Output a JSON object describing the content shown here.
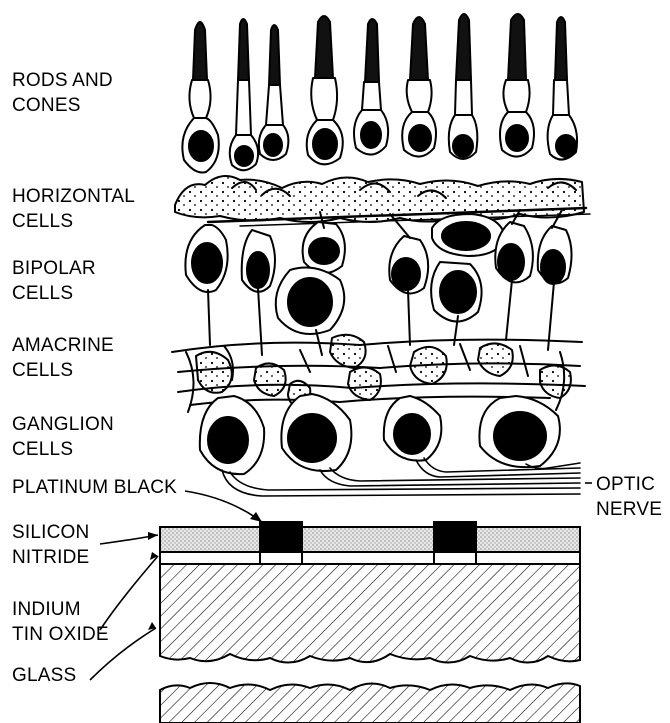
{
  "labels": {
    "rods_cones": [
      "RODS AND",
      "CONES"
    ],
    "horizontal": [
      "HORIZONTAL",
      "CELLS"
    ],
    "bipolar": [
      "BIPOLAR",
      "CELLS"
    ],
    "amacrine": [
      "AMACRINE",
      "CELLS"
    ],
    "ganglion": [
      "GANGLION",
      "CELLS"
    ],
    "platinum_black": "PLATINUM BLACK",
    "optic_nerve": [
      "OPTIC",
      "NERVE"
    ],
    "silicon_nitride": [
      "SILICON",
      "NITRIDE"
    ],
    "indium_tin_oxide": [
      "INDIUM",
      "TIN OXIDE"
    ],
    "glass": "GLASS"
  },
  "colors": {
    "ink": "#000000",
    "paper": "#ffffff",
    "stipple": "#e2e2e2"
  }
}
